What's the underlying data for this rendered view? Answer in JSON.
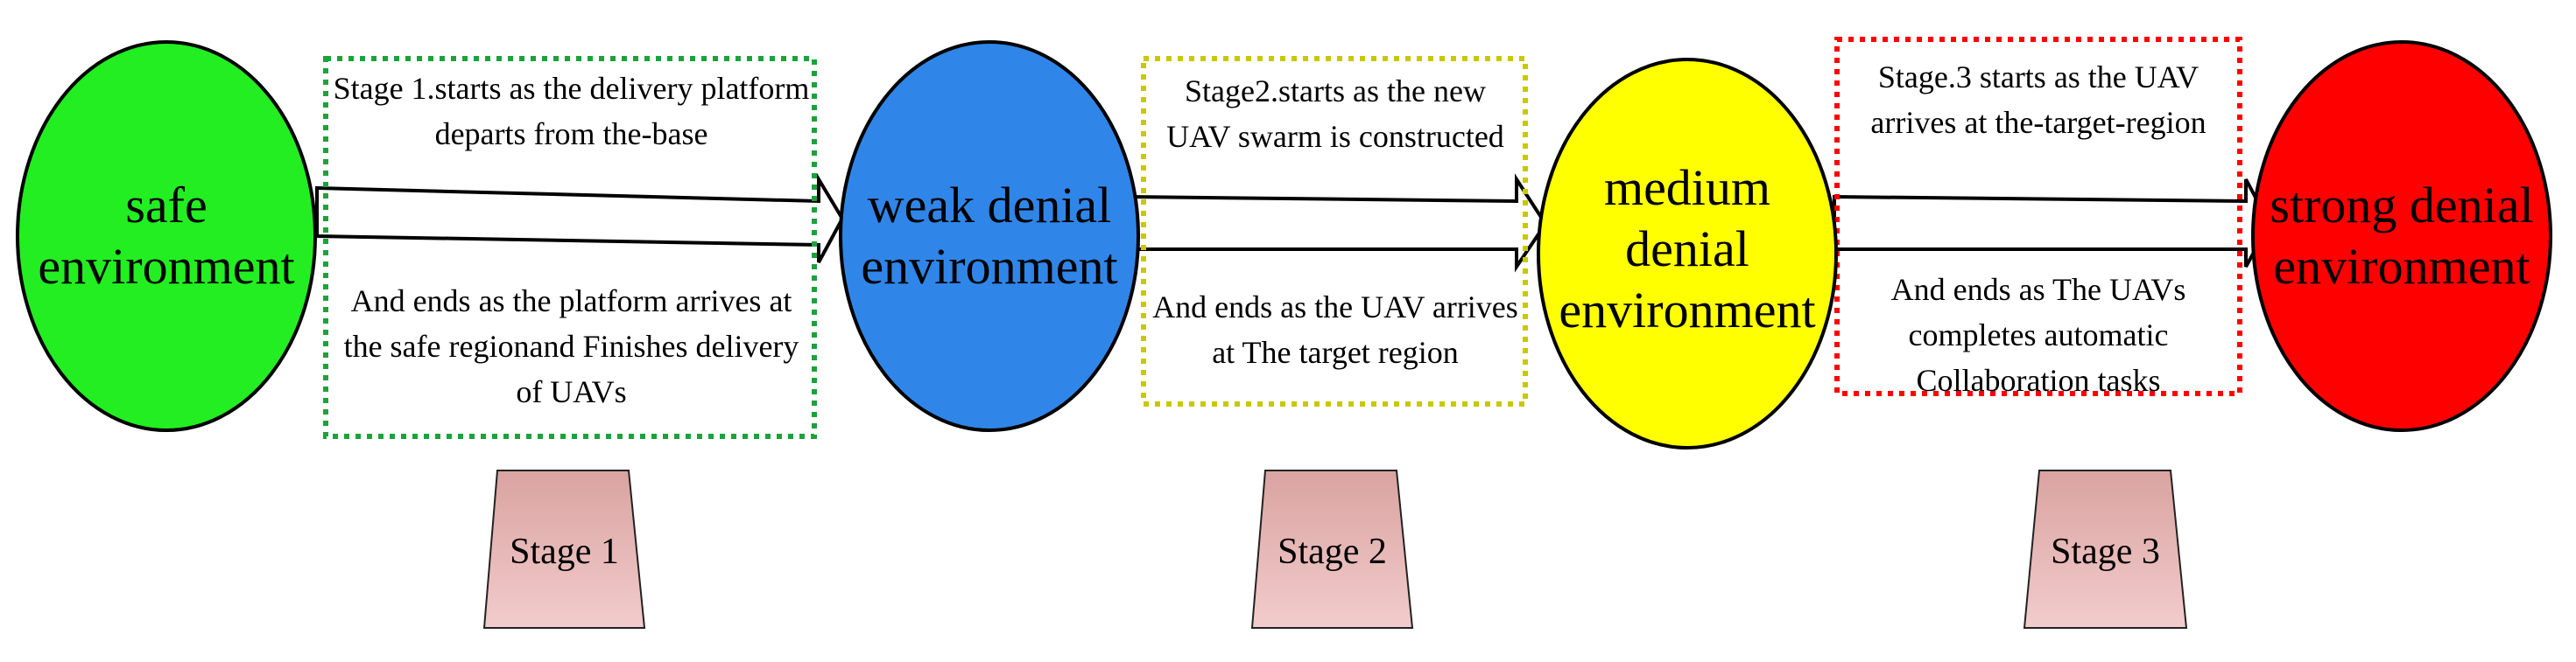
{
  "nodes": [
    {
      "id": "safe",
      "lines": [
        "safe",
        "environment"
      ],
      "color": "#22ee22"
    },
    {
      "id": "weak",
      "lines": [
        "weak denial",
        "environment"
      ],
      "color": "#2f86e8"
    },
    {
      "id": "medium",
      "lines": [
        "medium",
        "denial",
        "environment"
      ],
      "color": "#ffff00"
    },
    {
      "id": "strong",
      "lines": [
        "strong denial",
        "environment"
      ],
      "color": "#ff0000"
    }
  ],
  "descriptions": [
    {
      "start": [
        "Stage 1.starts as the delivery platform",
        "departs from the-base"
      ],
      "end": [
        "And ends as the platform arrives at",
        "the safe regionand Finishes delivery",
        "of UAVs"
      ],
      "border_color": "#1aa33a"
    },
    {
      "start": [
        "Stage2.starts as the new",
        "UAV swarm is constructed"
      ],
      "end": [
        "And ends as the UAV arrives",
        "at The target region"
      ],
      "border_color": "#c8c800"
    },
    {
      "start": [
        "Stage.3 starts as the UAV",
        "arrives at the-target-region"
      ],
      "end": [
        "And ends as The UAVs",
        "completes automatic",
        "Collaboration tasks"
      ],
      "border_color": "#ff0000"
    }
  ],
  "stages": [
    {
      "label": "Stage 1"
    },
    {
      "label": "Stage 2"
    },
    {
      "label": "Stage 3"
    }
  ],
  "colors": {
    "stage_box_top": "#d9a3a0",
    "stage_box_bottom": "#f2cccc",
    "arrow": "#000000"
  }
}
